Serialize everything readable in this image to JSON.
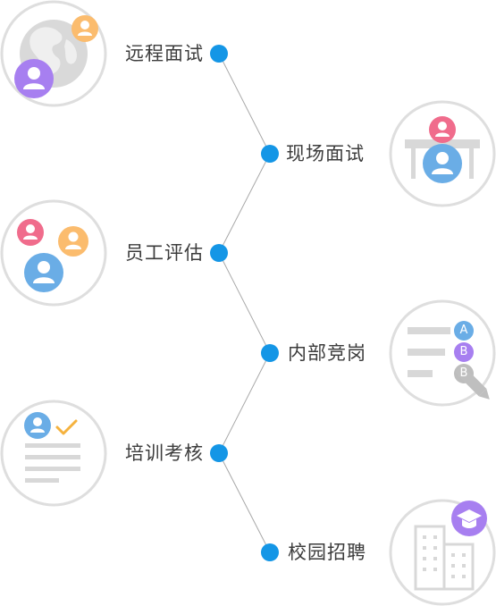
{
  "items": [
    {
      "label": "远程面试",
      "icon": "globe-users-icon"
    },
    {
      "label": "现场面试",
      "icon": "desk-interview-icon"
    },
    {
      "label": "员工评估",
      "icon": "team-evaluation-icon"
    },
    {
      "label": "内部竞岗",
      "icon": "quiz-answer-sheet-icon"
    },
    {
      "label": "培训考核",
      "icon": "training-checklist-icon"
    },
    {
      "label": "校园招聘",
      "icon": "campus-building-icon"
    }
  ],
  "colors": {
    "node": "#1496e6",
    "line": "#a8a8a8",
    "circle_border": "#dedede",
    "icon_gray": "#d8d8d8",
    "avatar_blue": "#6aade6",
    "avatar_pink": "#f06c8c",
    "avatar_orange": "#fbbc6e",
    "avatar_purple": "#a77ff0",
    "check_orange": "#f5b23e"
  },
  "quiz_options": [
    "A",
    "B",
    "B"
  ]
}
